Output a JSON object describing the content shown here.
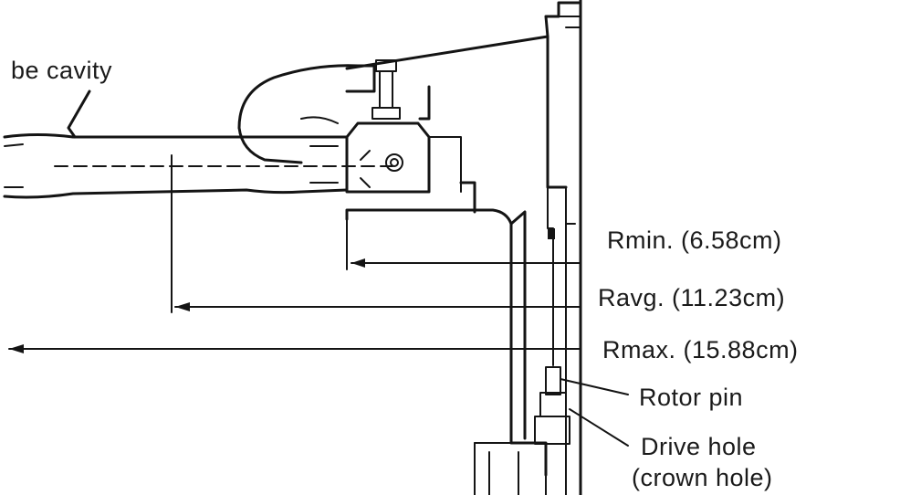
{
  "labels": {
    "cavity": "be cavity",
    "rmin": "Rmin. (6.58cm)",
    "ravg": "Ravg. (11.23cm)",
    "rmax": "Rmax. (15.88cm)",
    "rotor_pin": "Rotor pin",
    "drive_hole_1": "Drive hole",
    "drive_hole_2": "(crown hole)"
  },
  "colors": {
    "ink": "#141414",
    "background": "#ffffff"
  }
}
